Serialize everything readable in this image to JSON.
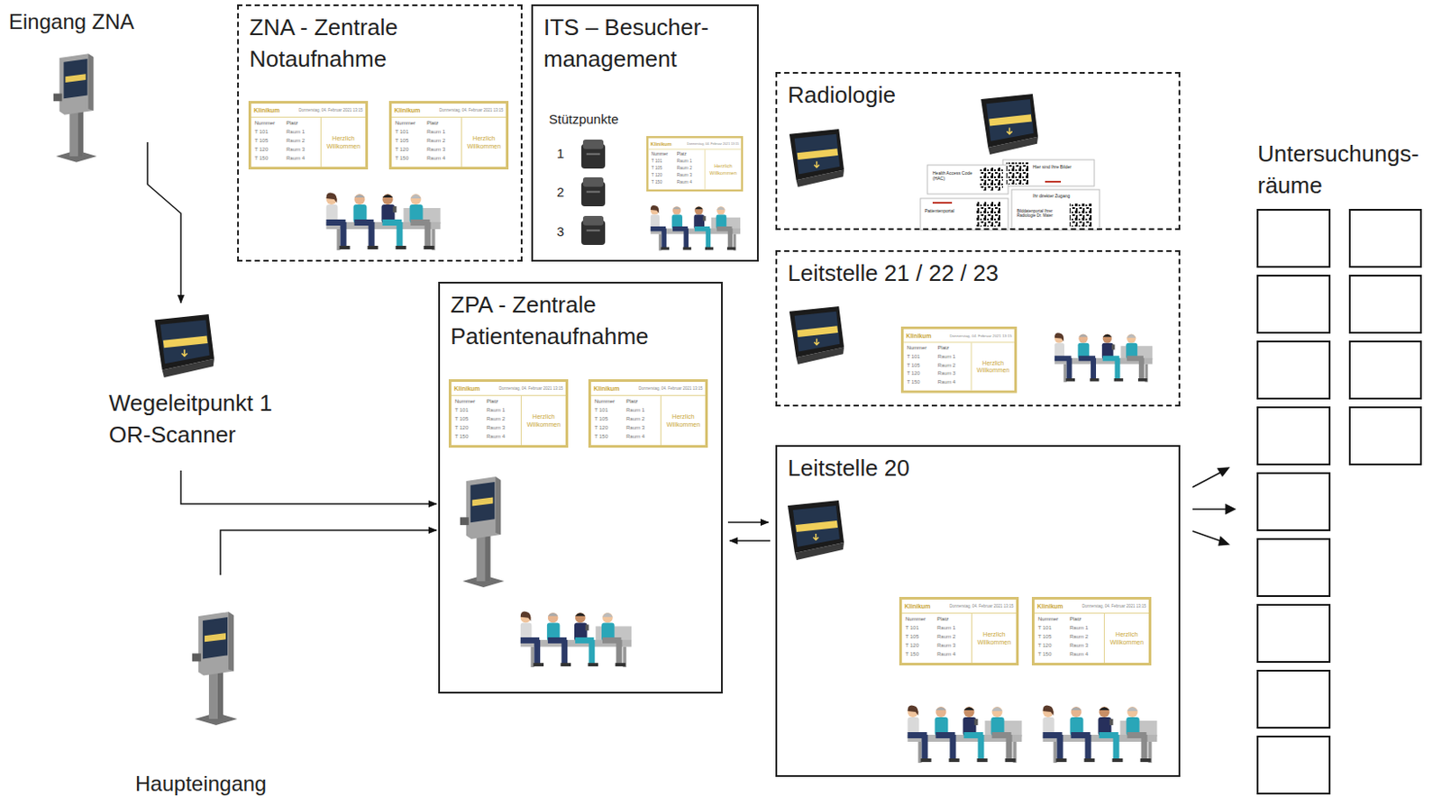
{
  "diagram": {
    "nodes": [
      {
        "text": [
          "Eingang ZNA"
        ]
      },
      {
        "text": [
          "ZNA - Zentrale Notaufnahme"
        ]
      },
      {
        "text": [
          "Klinikum",
          "Donnerstag, 04. Februar 2021 13:15",
          "Nummer",
          "Platz",
          "T 101",
          "Raum 1",
          "T 105",
          "Raum 2",
          "T 120",
          "Raum 3",
          "T 150",
          "Raum 4",
          "Herzlich Willkommen"
        ],
        "in": 1
      },
      {
        "text": [
          "Klinikum",
          "Donnerstag, 04. Februar 2021 13:15",
          "Nummer",
          "Platz",
          "T 101",
          "Raum 1",
          "T 105",
          "Raum 2",
          "T 120",
          "Raum 3",
          "T 150",
          "Raum 4",
          "Herzlich Willkommen"
        ],
        "in": 1
      },
      {
        "text": [
          "ITS – Besucher- management",
          "Stützpunkte",
          "1",
          "2",
          "3"
        ]
      },
      {
        "text": [
          "Klinikum",
          "Donnerstag, 04. Februar 2021 13:15",
          "Nummer",
          "Platz",
          "T 101",
          "Raum 1",
          "T 105",
          "Raum 2",
          "T 120",
          "Raum 3",
          "T 150",
          "Raum 4",
          "Herzlich Willkommen"
        ],
        "in": 4
      },
      {
        "text": [
          "Radiologie",
          "Health Access Code (HAC)",
          "Hier sind Ihre Bilder",
          "Patientenportal",
          "Ihr direkter Zugang",
          "Bilddatenportal Ihrer Radiologie Dr. Maier"
        ]
      },
      {
        "text": [
          "Wegeleitpunkt 1 OR-Scanner"
        ]
      },
      {
        "text": [
          "Leitstelle 21 / 22 / 23"
        ]
      },
      {
        "text": [
          "Klinikum",
          "Donnerstag, 04. Februar 2021 13:15",
          "Nummer",
          "Platz",
          "T 101",
          "Raum 1",
          "T 105",
          "Raum 2",
          "T 120",
          "Raum 3",
          "T 150",
          "Raum 4",
          "Herzlich Willkommen"
        ],
        "in": 8
      },
      {
        "text": [
          "ZPA - Zentrale Patientenaufnahme"
        ]
      },
      {
        "text": [
          "Klinikum",
          "Donnerstag, 04. Februar 2021 13:15",
          "Nummer",
          "Platz",
          "T 101",
          "Raum 1",
          "T 105",
          "Raum 2",
          "T 120",
          "Raum 3",
          "T 150",
          "Raum 4",
          "Herzlich Willkommen"
        ],
        "in": 10
      },
      {
        "text": [
          "Klinikum",
          "Donnerstag, 04. Februar 2021 13:15",
          "Nummer",
          "Platz",
          "T 101",
          "Raum 1",
          "T 105",
          "Raum 2",
          "T 120",
          "Raum 3",
          "T 150",
          "Raum 4",
          "Herzlich Willkommen"
        ],
        "in": 10
      },
      {
        "text": [
          "Leitstelle 20"
        ]
      },
      {
        "text": [
          "Klinikum",
          "Donnerstag, 04. Februar 2021 13:15",
          "Nummer",
          "Platz",
          "T 101",
          "Raum 1",
          "T 105",
          "Raum 2",
          "T 120",
          "Raum 3",
          "T 150",
          "Raum 4",
          "Herzlich Willkommen"
        ],
        "in": 13
      },
      {
        "text": [
          "Klinikum",
          "Donnerstag, 04. Februar 2021 13:15",
          "Nummer",
          "Platz",
          "T 101",
          "Raum 1",
          "T 105",
          "Raum 2",
          "T 120",
          "Raum 3",
          "T 150",
          "Raum 4",
          "Herzlich Willkommen"
        ],
        "in": 13
      },
      {
        "text": [
          "Haupteingang"
        ]
      }
    ],
    "edges": [
      {
        "from": 0,
        "to": 7,
        "arrow": "to"
      },
      {
        "from": 7,
        "to": 10,
        "arrow": "to"
      },
      {
        "from": 16,
        "to": 10,
        "arrow": "to"
      },
      {
        "from": 10,
        "to": 13,
        "arrow": "to"
      },
      {
        "from": 13,
        "to": 10,
        "arrow": "to"
      }
    ],
    "labels": [
      "Untersuchungs- räume"
    ]
  }
}
